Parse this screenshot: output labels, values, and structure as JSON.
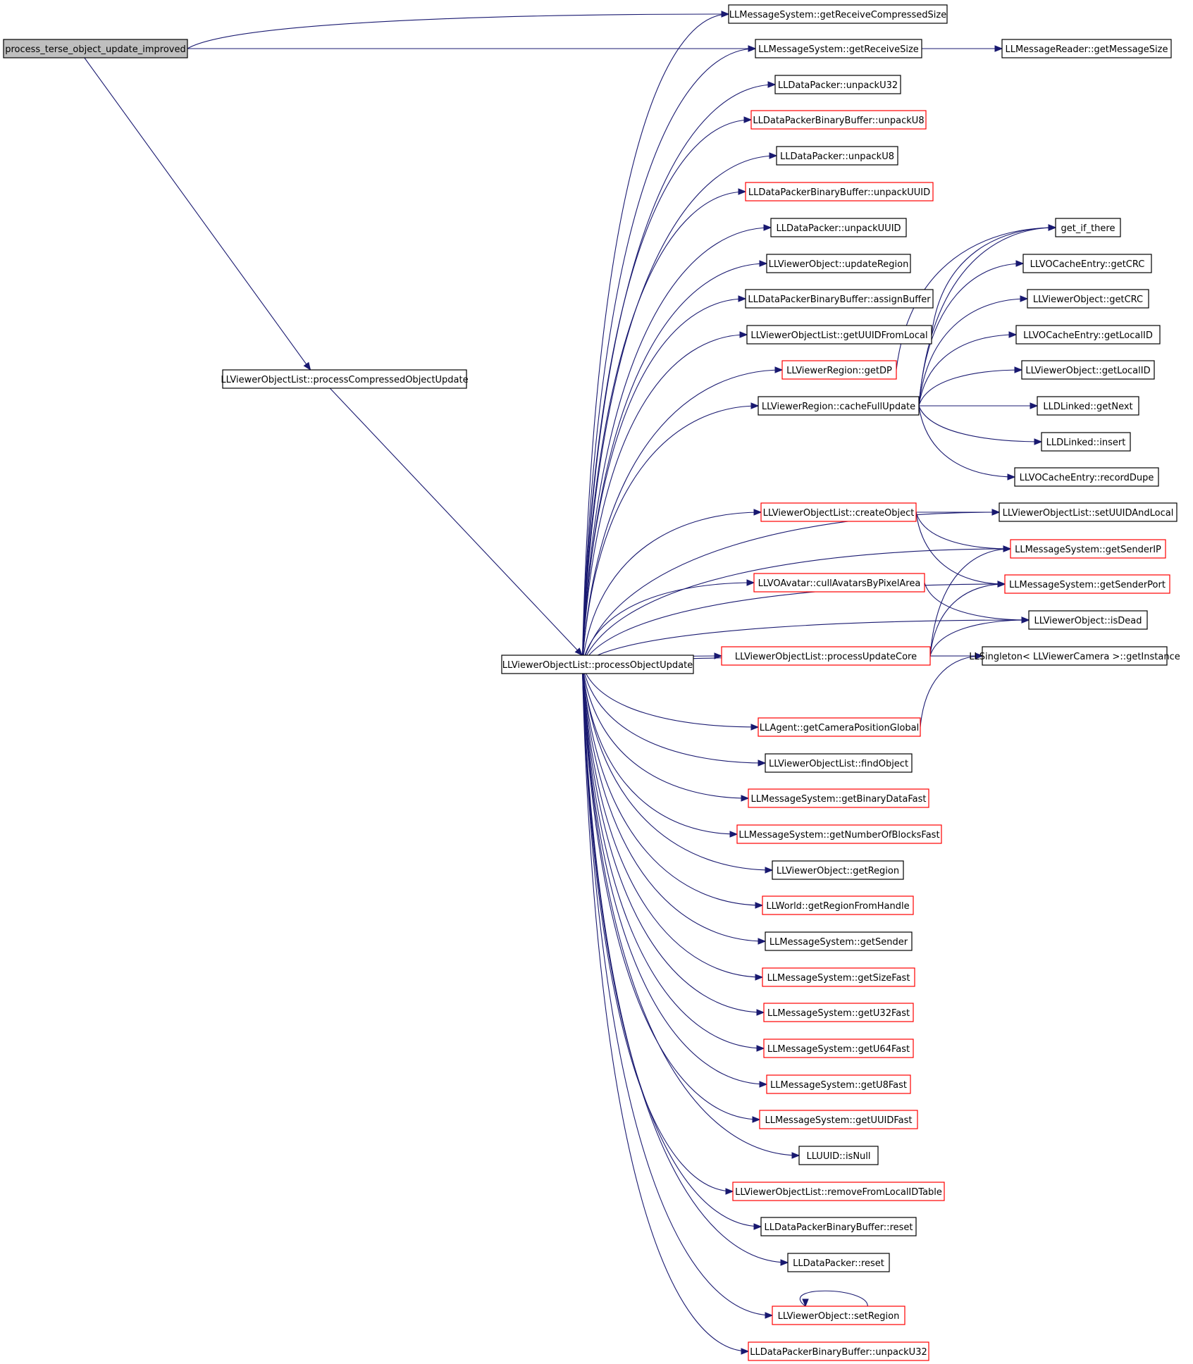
{
  "colors": {
    "edge": "#191970",
    "node_border": "#000000",
    "node_border_trunc": "#ff0000",
    "root_fill": "#bfbfbf",
    "node_fill": "#ffffff"
  },
  "nodes": [
    {
      "id": "root",
      "label": "process_terse_object_update_improved",
      "kind": "root"
    },
    {
      "id": "pcou",
      "label": "LLViewerObjectList::processCompressedObjectUpdate",
      "kind": "normal"
    },
    {
      "id": "pou",
      "label": "LLViewerObjectList::processObjectUpdate",
      "kind": "normal"
    },
    {
      "id": "grcs",
      "label": "LLMessageSystem::getReceiveCompressedSize",
      "kind": "normal"
    },
    {
      "id": "grs",
      "label": "LLMessageSystem::getReceiveSize",
      "kind": "normal"
    },
    {
      "id": "gms",
      "label": "LLMessageReader::getMessageSize",
      "kind": "normal"
    },
    {
      "id": "u32",
      "label": "LLDataPacker::unpackU32",
      "kind": "normal"
    },
    {
      "id": "bbu8",
      "label": "LLDataPackerBinaryBuffer::unpackU8",
      "kind": "truncated"
    },
    {
      "id": "u8",
      "label": "LLDataPacker::unpackU8",
      "kind": "normal"
    },
    {
      "id": "bbuuid",
      "label": "LLDataPackerBinaryBuffer::unpackUUID",
      "kind": "truncated"
    },
    {
      "id": "uuid",
      "label": "LLDataPacker::unpackUUID",
      "kind": "normal"
    },
    {
      "id": "ureg",
      "label": "LLViewerObject::updateRegion",
      "kind": "normal"
    },
    {
      "id": "assign",
      "label": "LLDataPackerBinaryBuffer::assignBuffer",
      "kind": "normal"
    },
    {
      "id": "guuidfl",
      "label": "LLViewerObjectList::getUUIDFromLocal",
      "kind": "normal"
    },
    {
      "id": "gdp",
      "label": "LLViewerRegion::getDP",
      "kind": "truncated"
    },
    {
      "id": "cfu",
      "label": "LLViewerRegion::cacheFullUpdate",
      "kind": "normal"
    },
    {
      "id": "createobj",
      "label": "LLViewerObjectList::createObject",
      "kind": "truncated"
    },
    {
      "id": "cull",
      "label": "LLVOAvatar::cullAvatarsByPixelArea",
      "kind": "truncated"
    },
    {
      "id": "puc",
      "label": "LLViewerObjectList::processUpdateCore",
      "kind": "truncated"
    },
    {
      "id": "camgp",
      "label": "LLAgent::getCameraPositionGlobal",
      "kind": "truncated"
    },
    {
      "id": "findobj",
      "label": "LLViewerObjectList::findObject",
      "kind": "normal"
    },
    {
      "id": "gbdf",
      "label": "LLMessageSystem::getBinaryDataFast",
      "kind": "truncated"
    },
    {
      "id": "gnobf",
      "label": "LLMessageSystem::getNumberOfBlocksFast",
      "kind": "truncated"
    },
    {
      "id": "vogr",
      "label": "LLViewerObject::getRegion",
      "kind": "normal"
    },
    {
      "id": "wgrfh",
      "label": "LLWorld::getRegionFromHandle",
      "kind": "truncated"
    },
    {
      "id": "gsender",
      "label": "LLMessageSystem::getSender",
      "kind": "normal"
    },
    {
      "id": "gsizef",
      "label": "LLMessageSystem::getSizeFast",
      "kind": "truncated"
    },
    {
      "id": "gu32f",
      "label": "LLMessageSystem::getU32Fast",
      "kind": "truncated"
    },
    {
      "id": "gu64f",
      "label": "LLMessageSystem::getU64Fast",
      "kind": "truncated"
    },
    {
      "id": "gu8f",
      "label": "LLMessageSystem::getU8Fast",
      "kind": "truncated"
    },
    {
      "id": "guuidf",
      "label": "LLMessageSystem::getUUIDFast",
      "kind": "truncated"
    },
    {
      "id": "isnull",
      "label": "LLUUID::isNull",
      "kind": "normal"
    },
    {
      "id": "rflidt",
      "label": "LLViewerObjectList::removeFromLocalIDTable",
      "kind": "truncated"
    },
    {
      "id": "bbreset",
      "label": "LLDataPackerBinaryBuffer::reset",
      "kind": "normal"
    },
    {
      "id": "dpreset",
      "label": "LLDataPacker::reset",
      "kind": "normal"
    },
    {
      "id": "setreg",
      "label": "LLViewerObject::setRegion",
      "kind": "truncated"
    },
    {
      "id": "bbu32",
      "label": "LLDataPackerBinaryBuffer::unpackU32",
      "kind": "truncated"
    },
    {
      "id": "gift",
      "label": "get_if_there",
      "kind": "normal"
    },
    {
      "id": "vocecrc",
      "label": "LLVOCacheEntry::getCRC",
      "kind": "normal"
    },
    {
      "id": "vocrc",
      "label": "LLViewerObject::getCRC",
      "kind": "normal"
    },
    {
      "id": "vocelid",
      "label": "LLVOCacheEntry::getLocalID",
      "kind": "normal"
    },
    {
      "id": "volid",
      "label": "LLViewerObject::getLocalID",
      "kind": "normal"
    },
    {
      "id": "dlnext",
      "label": "LLDLinked::getNext",
      "kind": "normal"
    },
    {
      "id": "dlinsert",
      "label": "LLDLinked::insert",
      "kind": "normal"
    },
    {
      "id": "recdupe",
      "label": "LLVOCacheEntry::recordDupe",
      "kind": "normal"
    },
    {
      "id": "setuuid",
      "label": "LLViewerObjectList::setUUIDAndLocal",
      "kind": "normal"
    },
    {
      "id": "gsip",
      "label": "LLMessageSystem::getSenderIP",
      "kind": "truncated"
    },
    {
      "id": "gsport",
      "label": "LLMessageSystem::getSenderPort",
      "kind": "truncated"
    },
    {
      "id": "isdead",
      "label": "LLViewerObject::isDead",
      "kind": "normal"
    },
    {
      "id": "singleton",
      "label": "LLSingleton< LLViewerCamera >::getInstance",
      "kind": "normal"
    }
  ]
}
